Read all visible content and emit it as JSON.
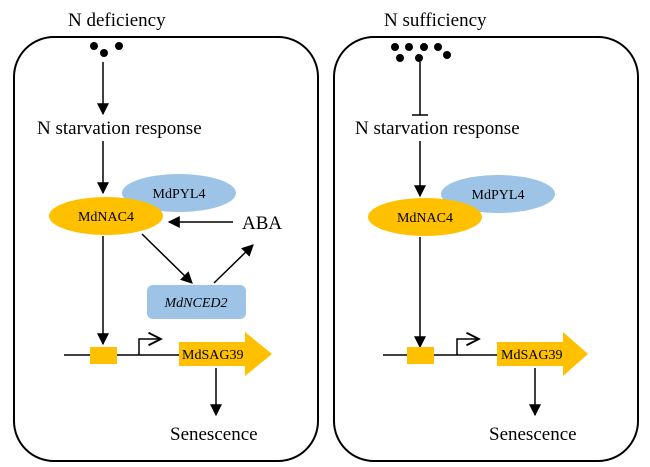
{
  "left_panel": {
    "title": "N deficiency",
    "response": "N starvation response",
    "nac": "MdNAC4",
    "pyl": "MdPYL4",
    "aba": "ABA",
    "nced": "MdNCED2",
    "sag": "MdSAG39",
    "outcome": "Senescence"
  },
  "right_panel": {
    "title": "N sufficiency",
    "response": "N starvation response",
    "nac": "MdNAC4",
    "pyl": "MdPYL4",
    "sag": "MdSAG39",
    "outcome": "Senescence"
  },
  "colors": {
    "orange": "#FFC000",
    "blue": "#9DC3E6",
    "line": "#000000"
  }
}
